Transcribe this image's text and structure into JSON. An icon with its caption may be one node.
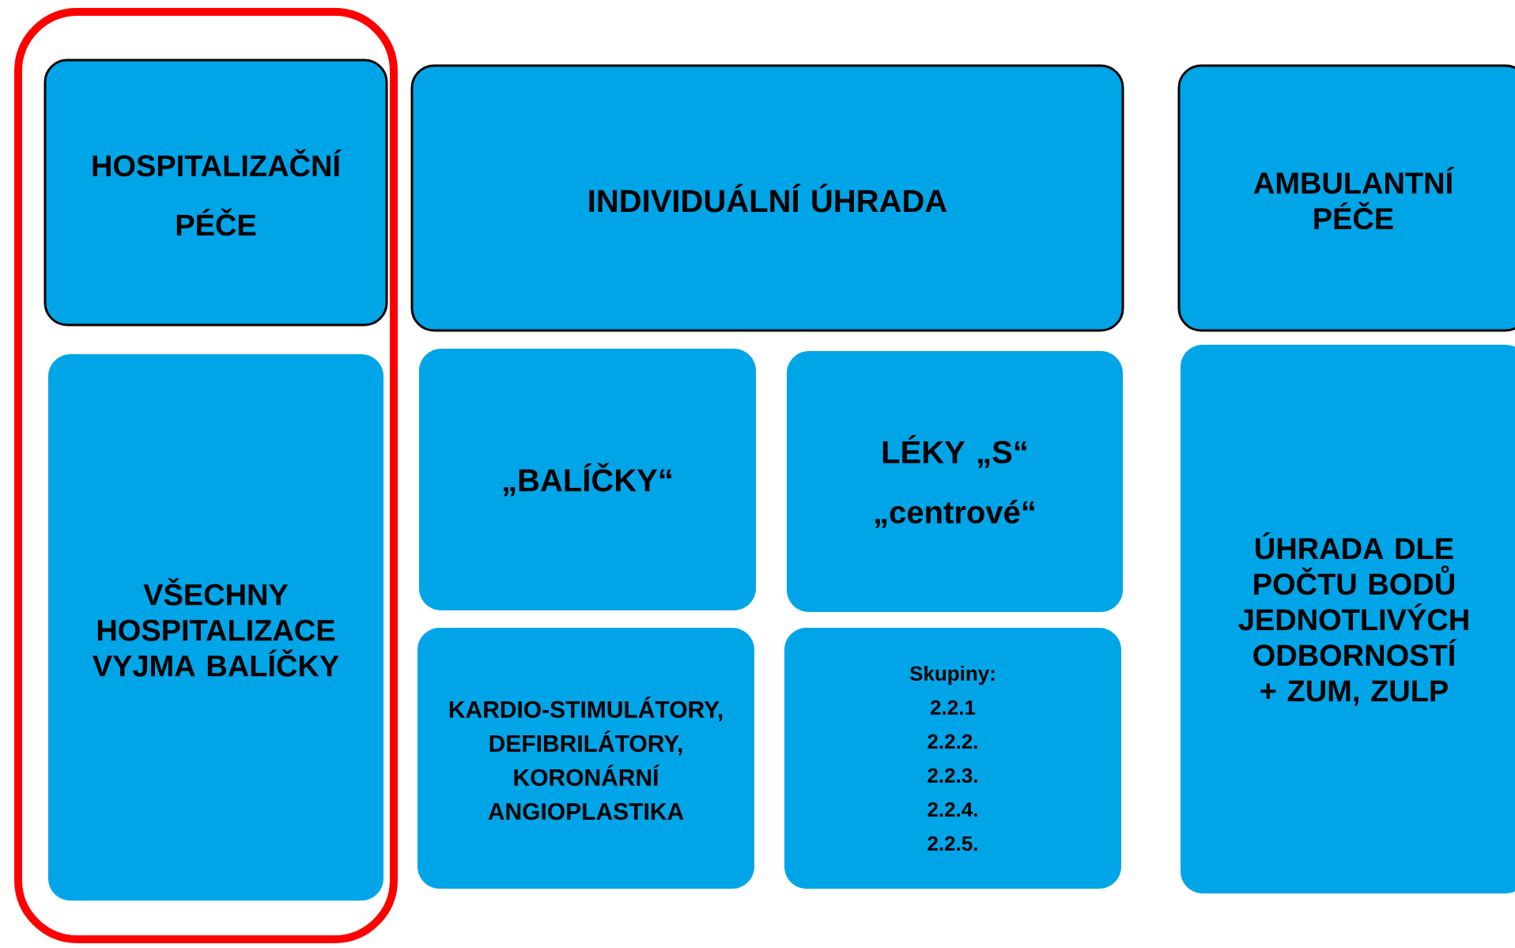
{
  "diagram": {
    "nodes": [
      {
        "text": [],
        "shape": "box"
      },
      {
        "text": [
          "HOSPITALIZAČNÍ",
          "PÉČE"
        ],
        "in": 0
      },
      {
        "text": [
          "VŠECHNY HOSPITALIZACE VYJMA BALÍČKY"
        ],
        "in": 0
      },
      {
        "text": [
          "INDIVIDUÁLNÍ ÚHRADA"
        ]
      },
      {
        "text": [
          "AMBULANTNÍ PÉČE"
        ]
      },
      {
        "text": [
          "„BALÍČKY“"
        ]
      },
      {
        "text": [
          "LÉKY „S“",
          "„centrové“"
        ]
      },
      {
        "text": [
          "KARDIO-STIMULÁTORY, DEFIBRILÁTORY, KORONÁRNÍ ANGIOPLASTIKA"
        ]
      },
      {
        "text": [
          "Skupiny:",
          "2.2.1",
          "2.2.2.",
          "2.2.3.",
          "2.2.4.",
          "2.2.5."
        ]
      },
      {
        "text": [
          "ÚHRADA DLE POČTU BODŮ JEDNOTLIVÝCH ODBORNOSTÍ + ZUM, ZULP"
        ]
      }
    ]
  }
}
